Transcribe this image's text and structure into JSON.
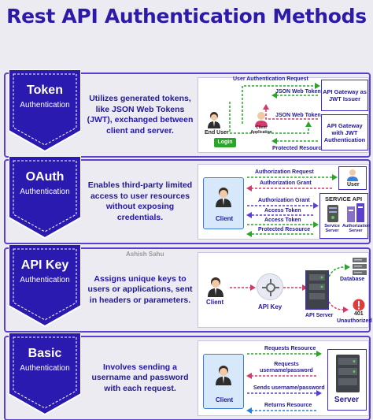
{
  "title": "Rest API Authentication Methods",
  "watermark": "Ashish Sahu",
  "sections": [
    {
      "title": "Token",
      "subtitle": "Authentication",
      "description": "Utilizes generated tokens, like JSON Web Tokens (JWT), exchanged between client and server.",
      "diagram": {
        "user_auth_request": "User Authentication Request",
        "end_user": "End User",
        "login": "Login",
        "client_application": "Client Application",
        "jwt_1": "JSON Web Token",
        "jwt_2": "JSON Web Token",
        "protected_resource": "Protected Resource",
        "gateway_issuer": "API Gateway as JWT Issuer",
        "gateway_validator": "API Gateway with JWT Authentication"
      }
    },
    {
      "title": "OAuth",
      "subtitle": "Authentication",
      "description": "Enables third-party limited access to user resources without exposing credentials.",
      "diagram": {
        "client": "Client",
        "authorization_request": "Authorization Request",
        "authorization_grant_1": "Authorization Grant",
        "authorization_grant_2": "Authorization Grant",
        "access_token_1": "Access Token",
        "access_token_2": "Access Token",
        "protected_resource": "Protected Resource",
        "user": "User",
        "service_api": "SERVICE API",
        "service_server": "Service Server",
        "authorization_server": "Authorization Server"
      }
    },
    {
      "title": "API Key",
      "subtitle": "Authentication",
      "description": "Assigns unique keys to users or applications, sent in headers or parameters.",
      "diagram": {
        "client": "Client",
        "api_key": "API Key",
        "api_server": "API Server",
        "database": "Database",
        "unauthorized_code": "401",
        "unauthorized": "Unauthorized"
      }
    },
    {
      "title": "Basic",
      "subtitle": "Authentication",
      "description": "Involves sending a username and password with each request.",
      "diagram": {
        "client": "Client",
        "requests_resource": "Requests Resource",
        "requests_credentials": "Requests username/password",
        "sends_credentials": "Sends username/password",
        "returns_resource": "Returns Resource",
        "server": "Server"
      }
    }
  ],
  "colors": {
    "title": "#2b1ba6",
    "ribbon": "#2a1ab0",
    "frame": "#5a3fd0",
    "arrow_green": "#2aa52a",
    "arrow_red": "#d23a6a",
    "arrow_purple": "#5a3fd0",
    "arrow_blue": "#2a7fd6"
  }
}
